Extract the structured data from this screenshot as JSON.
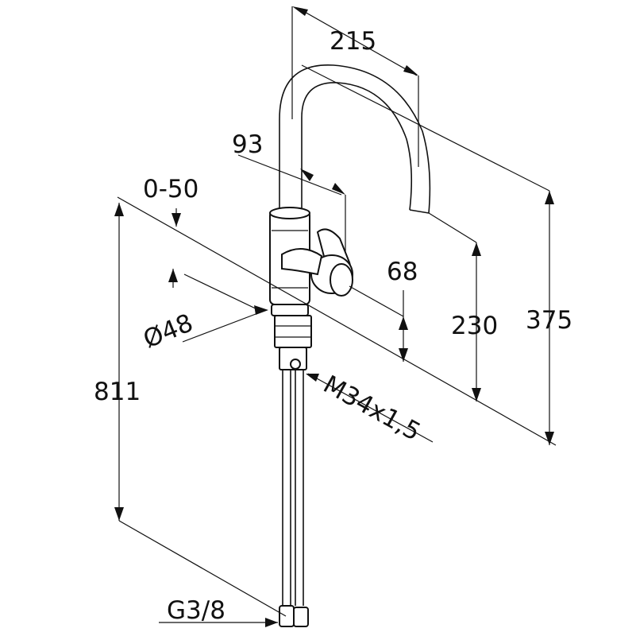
{
  "dimensions": {
    "spout_reach": "215",
    "handle_offset": "93",
    "swivel_range": "0-50",
    "handle_height": "68",
    "spout_height": "230",
    "total_height": "375",
    "base_diameter": "Ø48",
    "hose_length": "811",
    "thread_size": "M34x1,5",
    "connection_thread": "G3/8"
  },
  "colors": {
    "line": "#111111",
    "background": "#ffffff"
  }
}
